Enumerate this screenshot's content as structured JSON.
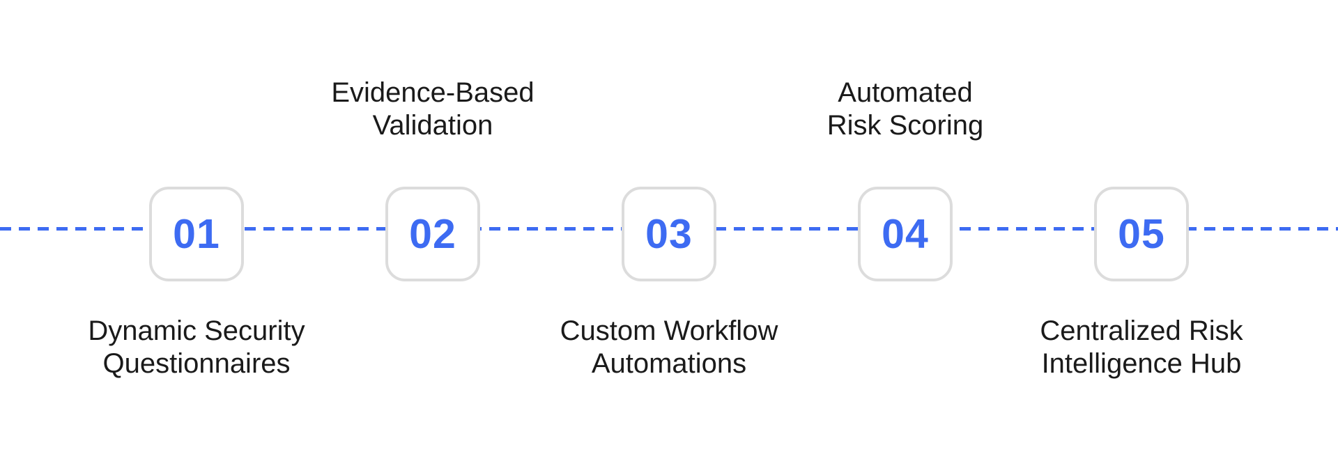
{
  "diagram": {
    "type": "horizontal-process-timeline",
    "colors": {
      "accent": "#3d6bf2",
      "box_border": "#dcdcdc",
      "text": "#1a1a1a",
      "background": "#ffffff"
    },
    "line_style": "dashed",
    "steps": [
      {
        "number": "01",
        "label": "Dynamic Security Questionnaires",
        "label_lines": [
          "Dynamic Security",
          "Questionnaires"
        ],
        "label_position": "below"
      },
      {
        "number": "02",
        "label": "Evidence-Based Validation",
        "label_lines": [
          "Evidence-Based",
          "Validation"
        ],
        "label_position": "above"
      },
      {
        "number": "03",
        "label": "Custom Workflow Automations",
        "label_lines": [
          "Custom Workflow",
          "Automations"
        ],
        "label_position": "below"
      },
      {
        "number": "04",
        "label": "Automated Risk Scoring",
        "label_lines": [
          "Automated",
          "Risk Scoring"
        ],
        "label_position": "above"
      },
      {
        "number": "05",
        "label": "Centralized Risk Intelligence Hub",
        "label_lines": [
          "Centralized Risk",
          "Intelligence Hub"
        ],
        "label_position": "below"
      }
    ]
  }
}
